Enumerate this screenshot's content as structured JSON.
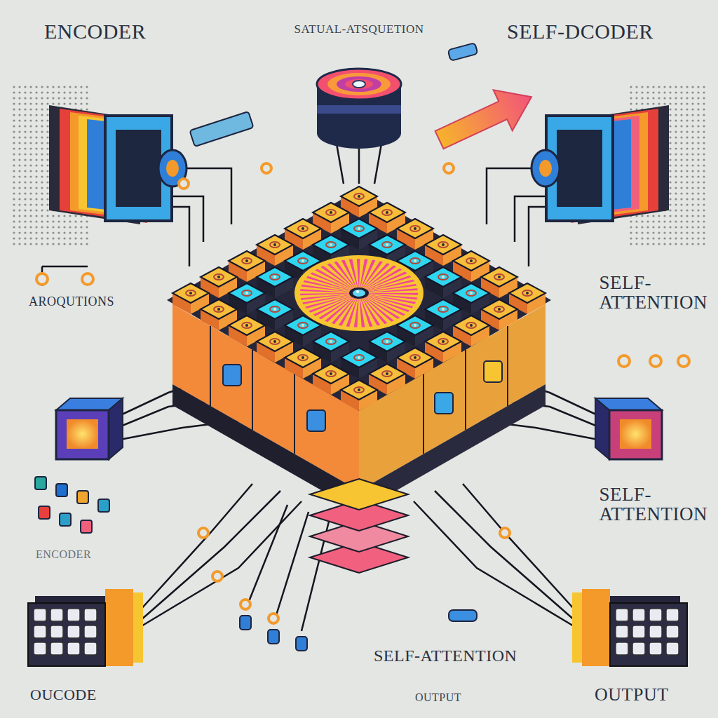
{
  "diagram": {
    "labels": [
      "ENCODER",
      "SATUAL-ATSQUETION",
      "SELF-DCODER",
      "AROQUTIONS",
      "SELF- ATTENTION",
      "ENCODER",
      "SELF- ATTENTION",
      "SELF-ATTENTION",
      "OUTPUT",
      "OUCODE",
      "OUTPUT"
    ]
  }
}
